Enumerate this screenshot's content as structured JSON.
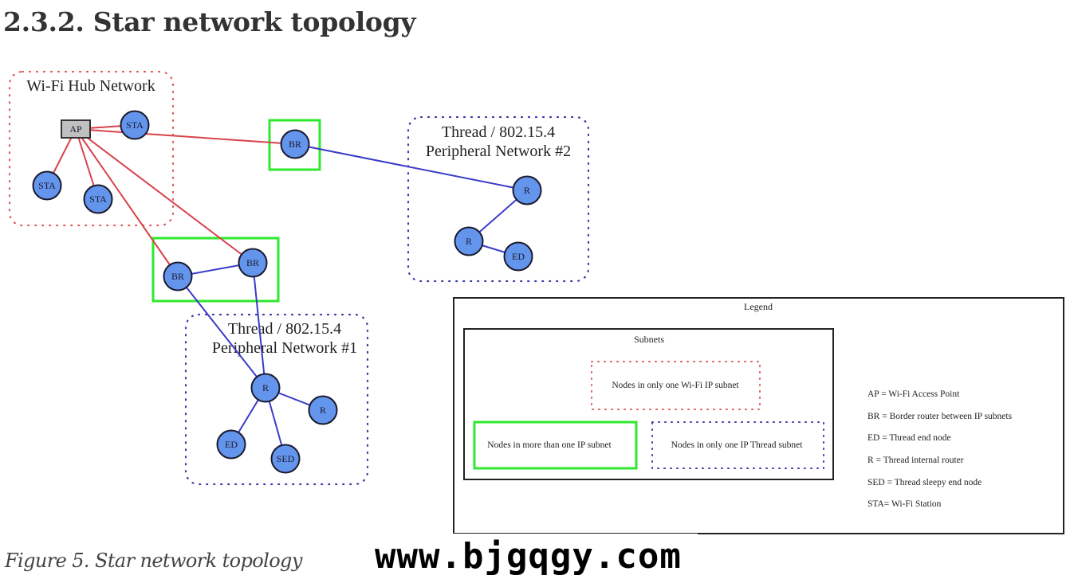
{
  "heading": "2.3.2. Star network topology",
  "caption": "Figure 5. Star network topology",
  "watermark": "www.bjgqgy.com",
  "colors": {
    "wifi_edge": "#d9414b",
    "thread_edge": "#3b3bc9",
    "node_fill": "#6495ed",
    "node_stroke": "#1a1a2e",
    "ap_fill": "#c0c0c0",
    "multi_subnet_box": "#2ee82e",
    "wifi_cluster_border": "#e05a5a",
    "thread_cluster_border": "#3b3ba8"
  },
  "diagram": {
    "clusters": [
      {
        "id": "wifi",
        "label_lines": [
          "Wi-Fi Hub Network"
        ],
        "style": "wifi"
      },
      {
        "id": "thread2",
        "label_lines": [
          "Thread / 802.15.4",
          "Peripheral Network #2"
        ],
        "style": "thread"
      },
      {
        "id": "thread1",
        "label_lines": [
          "Thread / 802.15.4",
          "Peripheral Network #1"
        ],
        "style": "thread"
      }
    ],
    "border_groups": [
      {
        "id": "br-group-1",
        "members": [
          "br1"
        ]
      },
      {
        "id": "br-group-2",
        "members": [
          "br2",
          "br3"
        ]
      }
    ],
    "nodes": [
      {
        "id": "ap",
        "label": "AP",
        "shape": "box",
        "cluster": "wifi"
      },
      {
        "id": "sta1",
        "label": "STA",
        "shape": "circle",
        "cluster": "wifi"
      },
      {
        "id": "sta2",
        "label": "STA",
        "shape": "circle",
        "cluster": "wifi"
      },
      {
        "id": "sta3",
        "label": "STA",
        "shape": "circle",
        "cluster": "wifi"
      },
      {
        "id": "br1",
        "label": "BR",
        "shape": "circle",
        "cluster": "border"
      },
      {
        "id": "br2",
        "label": "BR",
        "shape": "circle",
        "cluster": "border"
      },
      {
        "id": "br3",
        "label": "BR",
        "shape": "circle",
        "cluster": "border"
      },
      {
        "id": "t2r1",
        "label": "R",
        "shape": "circle",
        "cluster": "thread2"
      },
      {
        "id": "t2r2",
        "label": "R",
        "shape": "circle",
        "cluster": "thread2"
      },
      {
        "id": "t2ed",
        "label": "ED",
        "shape": "circle",
        "cluster": "thread2"
      },
      {
        "id": "t1r1",
        "label": "R",
        "shape": "circle",
        "cluster": "thread1"
      },
      {
        "id": "t1r2",
        "label": "R",
        "shape": "circle",
        "cluster": "thread1"
      },
      {
        "id": "t1ed",
        "label": "ED",
        "shape": "circle",
        "cluster": "thread1"
      },
      {
        "id": "t1sed",
        "label": "SED",
        "shape": "circle",
        "cluster": "thread1"
      }
    ],
    "edges": [
      {
        "from": "ap",
        "to": "sta1",
        "type": "wifi"
      },
      {
        "from": "ap",
        "to": "sta2",
        "type": "wifi"
      },
      {
        "from": "ap",
        "to": "sta3",
        "type": "wifi"
      },
      {
        "from": "ap",
        "to": "br1",
        "type": "wifi"
      },
      {
        "from": "ap",
        "to": "br2",
        "type": "wifi"
      },
      {
        "from": "ap",
        "to": "br3",
        "type": "wifi"
      },
      {
        "from": "br1",
        "to": "t2r1",
        "type": "thread"
      },
      {
        "from": "t2r1",
        "to": "t2r2",
        "type": "thread"
      },
      {
        "from": "t2r2",
        "to": "t2ed",
        "type": "thread"
      },
      {
        "from": "br2",
        "to": "br3",
        "type": "thread"
      },
      {
        "from": "br2",
        "to": "t1r1",
        "type": "thread"
      },
      {
        "from": "br3",
        "to": "t1r1",
        "type": "thread"
      },
      {
        "from": "t1r1",
        "to": "t1r2",
        "type": "thread"
      },
      {
        "from": "t1r1",
        "to": "t1ed",
        "type": "thread"
      },
      {
        "from": "t1r1",
        "to": "t1sed",
        "type": "thread"
      }
    ]
  },
  "legend": {
    "title": "Legend",
    "subnets_title": "Subnets",
    "subnet_items": [
      {
        "id": "wifi",
        "label": "Nodes in only one Wi-Fi IP subnet",
        "style": "wifi"
      },
      {
        "id": "multi",
        "label": "Nodes in more than one IP subnet",
        "style": "multi"
      },
      {
        "id": "thread",
        "label": "Nodes in only one IP Thread subnet",
        "style": "thread"
      }
    ],
    "abbreviations": [
      "AP = Wi-Fi Access Point",
      "BR = Border router between IP subnets",
      "ED = Thread end node",
      "R = Thread internal router",
      "SED = Thread sleepy end node",
      "STA= Wi-Fi Station"
    ]
  }
}
